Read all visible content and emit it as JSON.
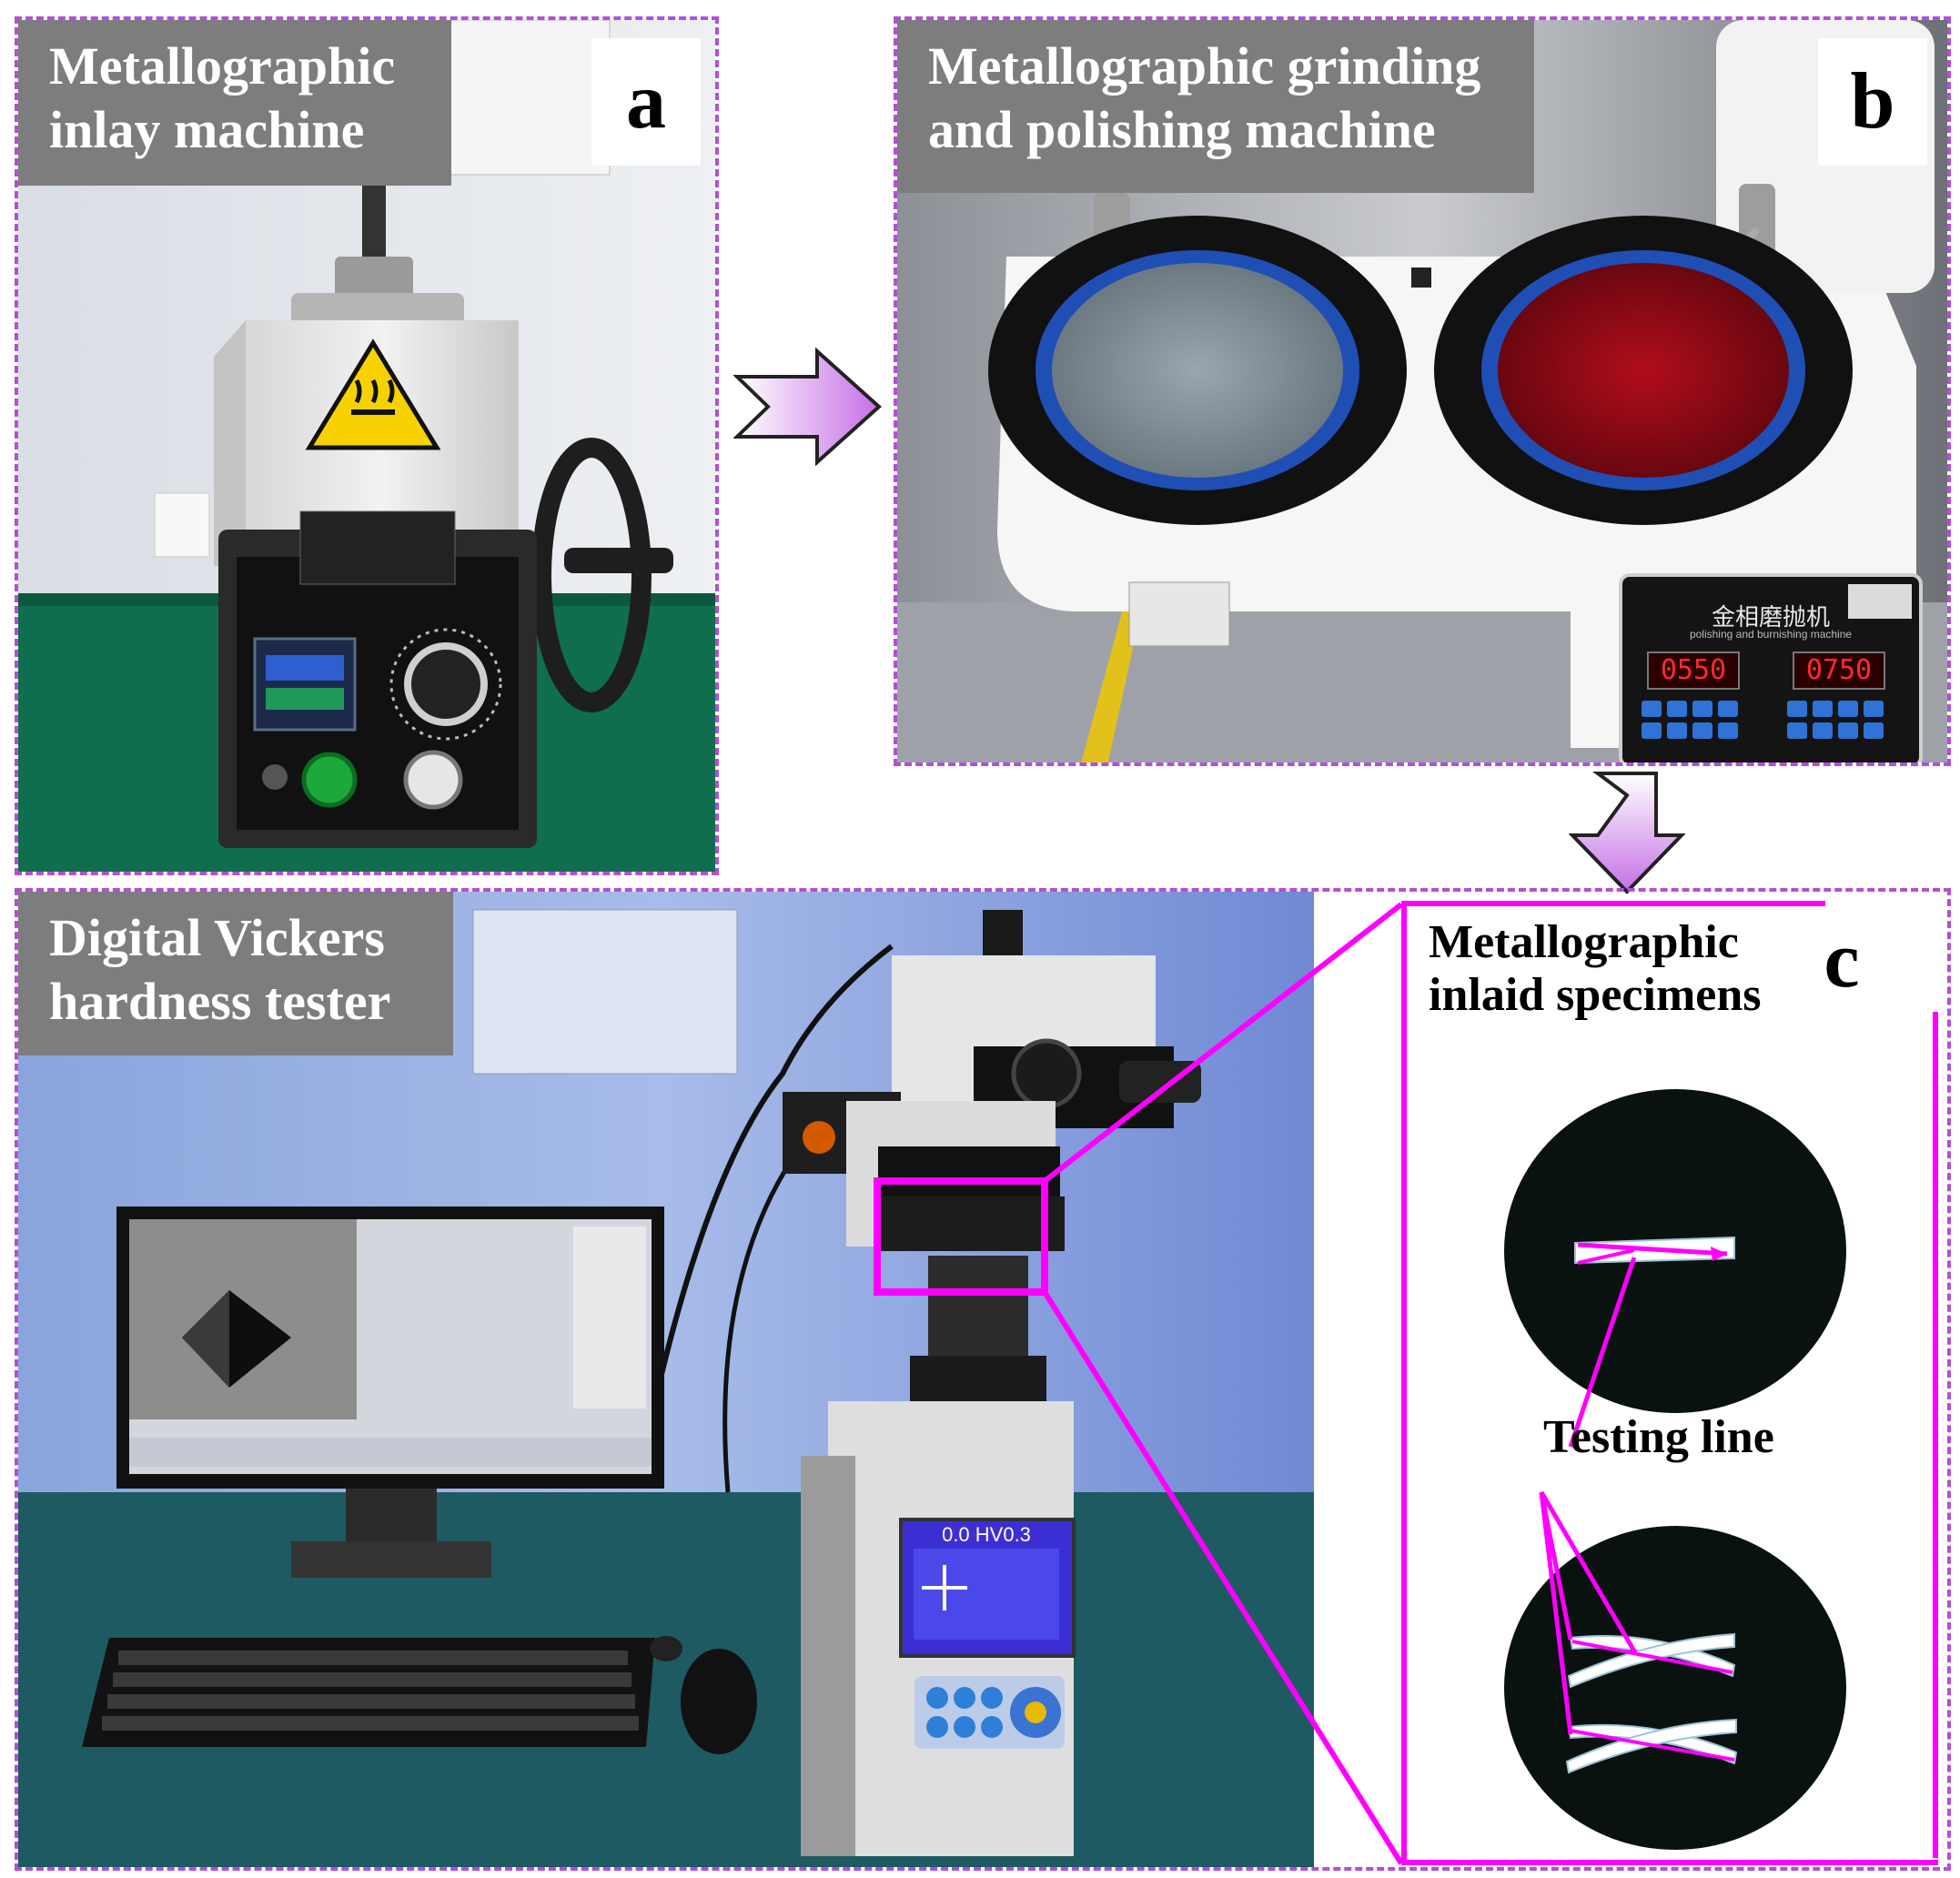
{
  "panels": {
    "a": {
      "letter": "a",
      "title_line1": "Metallographic",
      "title_line2": "inlay machine"
    },
    "b": {
      "letter": "b",
      "title_line1": "Metallographic grinding",
      "title_line2": "and polishing machine",
      "machine_brand": "金相磨抛机",
      "machine_brand_sub": "polishing and burnishing machine",
      "display_left": "0550",
      "display_right": "0750"
    },
    "c": {
      "letter": "c",
      "title_line1": "Digital Vickers",
      "title_line2": "hardness tester",
      "inset_title_line1": "Metallographic",
      "inset_title_line2": "inlaid specimens",
      "testing_line_label": "Testing line",
      "tester_screen_value": "0.0 HV0.3"
    }
  },
  "colors": {
    "dash_border": "#b34fd6",
    "callout_magenta": "#ff00ff",
    "arrow_gradient_start": "#ffffff",
    "arrow_gradient_end": "#c66fe6",
    "label_bg": "#7d7d7d"
  },
  "icons": {
    "warning_sign": "hot-surface-warning-icon"
  }
}
